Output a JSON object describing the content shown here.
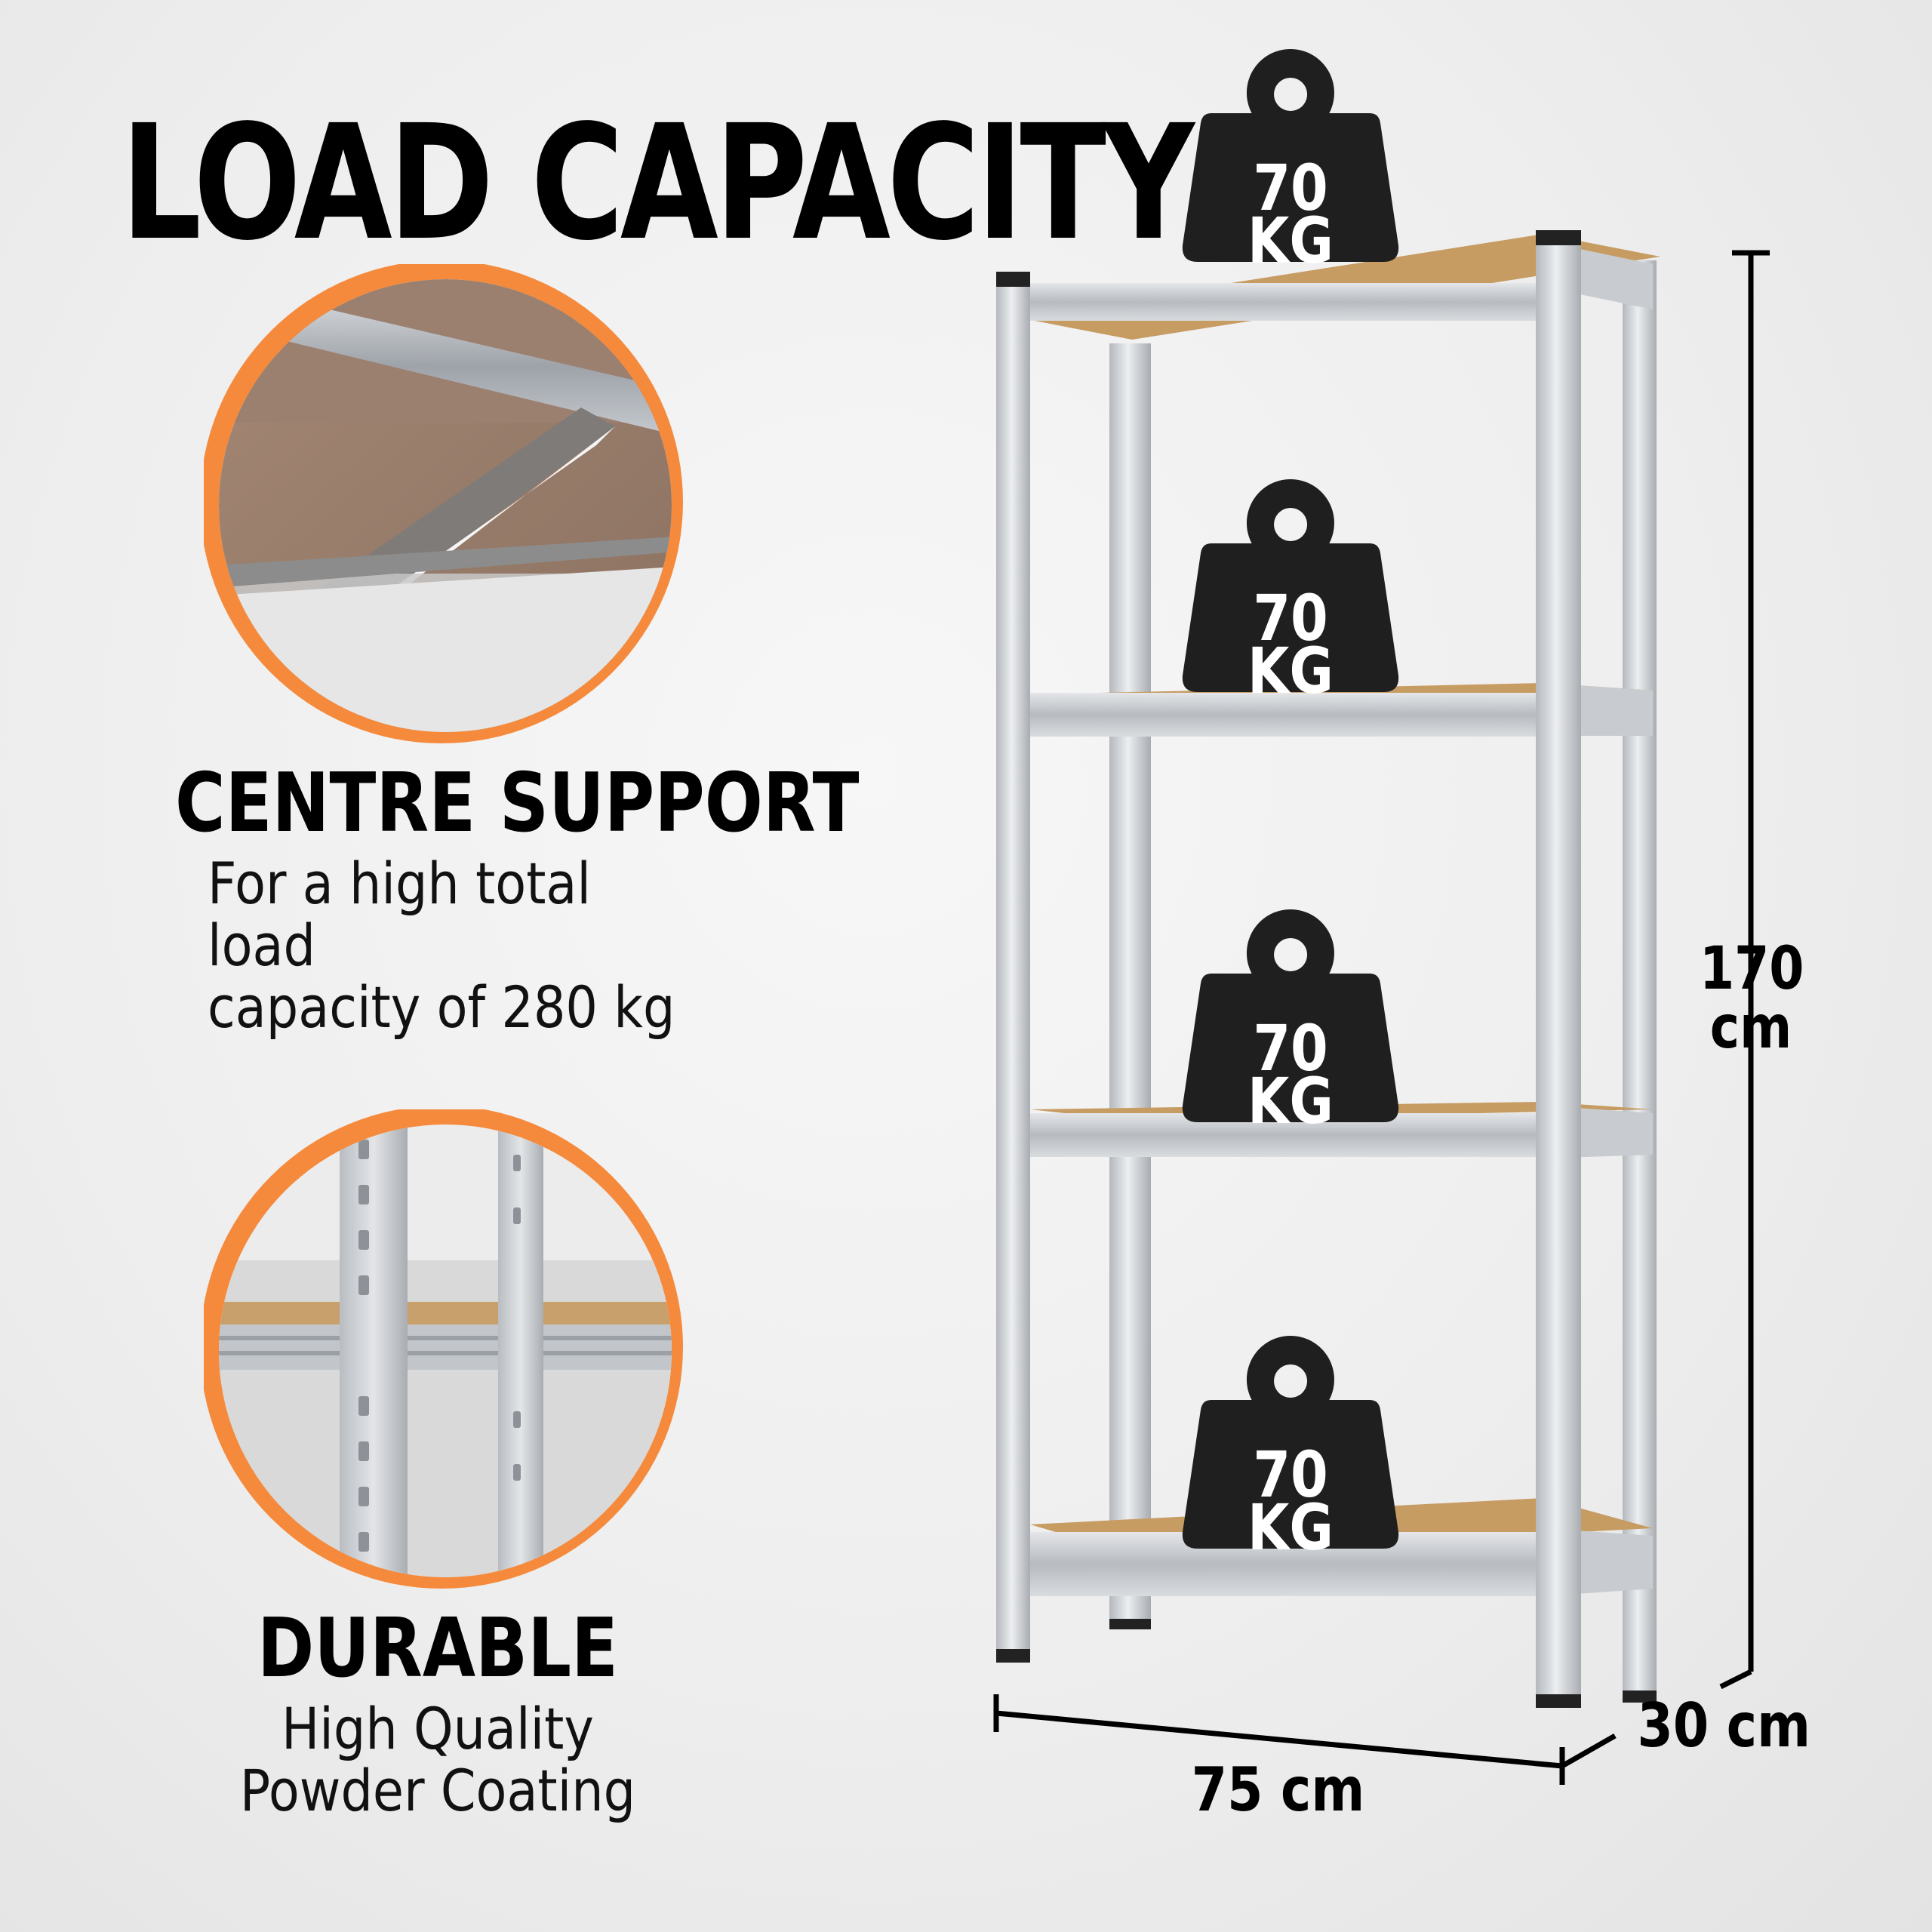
{
  "title": "LOAD CAPACITY",
  "features": [
    {
      "title": "CENTRE SUPPORT",
      "desc_line1": "For a high total load",
      "desc_line2": "capacity of 280 kg"
    },
    {
      "title": "DURABLE",
      "desc_line1": "High Quality",
      "desc_line2": "Powder Coating"
    }
  ],
  "weights": [
    {
      "value": "70",
      "unit": "KG"
    },
    {
      "value": "70",
      "unit": "KG"
    },
    {
      "value": "70",
      "unit": "KG"
    },
    {
      "value": "70",
      "unit": "KG"
    }
  ],
  "dimensions": {
    "height_value": "170",
    "height_unit": "cm",
    "width": "75 cm",
    "depth": "30 cm"
  },
  "colors": {
    "accent": "#f58a3c",
    "text": "#000000",
    "weight": "#1f1f1f",
    "metal": "#c9ccd0",
    "wood": "#c69c63"
  },
  "icons": [
    "weight-icon"
  ]
}
